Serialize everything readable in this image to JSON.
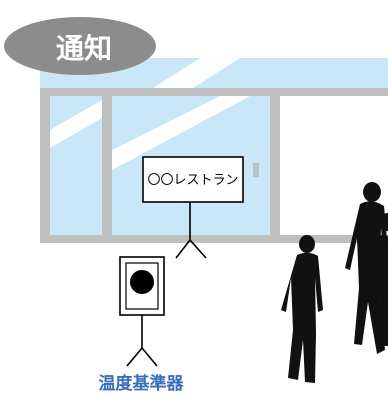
{
  "badge": {
    "label": "通知",
    "color": "#8c8c8c",
    "text_color": "#ffffff"
  },
  "storefront": {
    "frame_color": "#bfbfbf",
    "glass_color": "#c9e8f7",
    "shine_color": "#ffffff"
  },
  "sign": {
    "text": "〇〇レストラン"
  },
  "thermometer": {
    "label": "温度基準器",
    "label_color": "#3a6fb5"
  },
  "people": {
    "count_shown": 3,
    "color": "#111111"
  }
}
